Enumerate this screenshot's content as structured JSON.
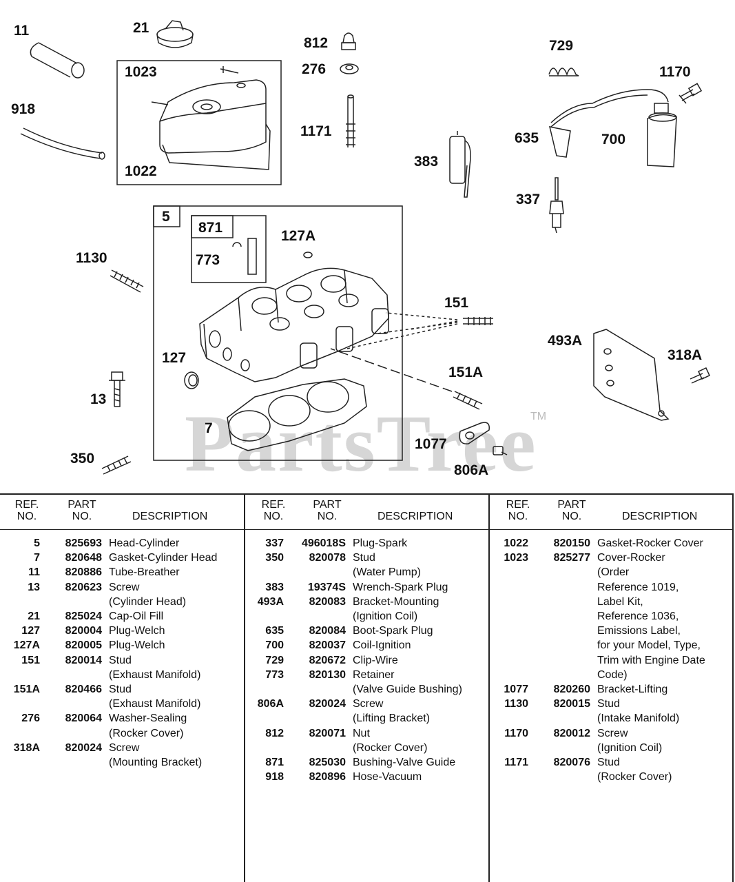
{
  "diagram": {
    "callouts": [
      {
        "id": "11",
        "text": "11"
      },
      {
        "id": "21",
        "text": "21"
      },
      {
        "id": "812",
        "text": "812"
      },
      {
        "id": "276",
        "text": "276"
      },
      {
        "id": "729",
        "text": "729"
      },
      {
        "id": "1170",
        "text": "1170"
      },
      {
        "id": "918",
        "text": "918"
      },
      {
        "id": "1022",
        "text": "1022"
      },
      {
        "id": "1171",
        "text": "1171"
      },
      {
        "id": "383",
        "text": "383"
      },
      {
        "id": "635",
        "text": "635"
      },
      {
        "id": "700",
        "text": "700"
      },
      {
        "id": "337",
        "text": "337"
      },
      {
        "id": "127A",
        "text": "127A"
      },
      {
        "id": "773",
        "text": "773"
      },
      {
        "id": "1130",
        "text": "1130"
      },
      {
        "id": "151",
        "text": "151"
      },
      {
        "id": "493A",
        "text": "493A"
      },
      {
        "id": "318A",
        "text": "318A"
      },
      {
        "id": "127",
        "text": "127"
      },
      {
        "id": "151A",
        "text": "151A"
      },
      {
        "id": "13",
        "text": "13"
      },
      {
        "id": "7",
        "text": "7"
      },
      {
        "id": "1077",
        "text": "1077"
      },
      {
        "id": "350",
        "text": "350"
      },
      {
        "id": "806A",
        "text": "806A"
      }
    ],
    "boxes": {
      "b1023": "1023",
      "b5": "5",
      "b871": "871"
    },
    "watermark": "PartsTree",
    "trademark": "TM"
  },
  "table": {
    "headers": {
      "ref": "REF.",
      "ref2": "NO.",
      "part": "PART",
      "part2": "NO.",
      "desc": "DESCRIPTION"
    },
    "columns": [
      [
        {
          "ref": "5",
          "part": "825693",
          "desc": [
            "Head-Cylinder"
          ]
        },
        {
          "ref": "7",
          "part": "820648",
          "desc": [
            "Gasket-Cylinder Head"
          ]
        },
        {
          "ref": "11",
          "part": "820886",
          "desc": [
            "Tube-Breather"
          ]
        },
        {
          "ref": "13",
          "part": "820623",
          "desc": [
            "Screw",
            "(Cylinder Head)"
          ]
        },
        {
          "ref": "21",
          "part": "825024",
          "desc": [
            "Cap-Oil Fill"
          ]
        },
        {
          "ref": "127",
          "part": "820004",
          "desc": [
            "Plug-Welch"
          ]
        },
        {
          "ref": "127A",
          "part": "820005",
          "desc": [
            "Plug-Welch"
          ]
        },
        {
          "ref": "151",
          "part": "820014",
          "desc": [
            "Stud",
            "(Exhaust Manifold)"
          ]
        },
        {
          "ref": "151A",
          "part": "820466",
          "desc": [
            "Stud",
            "(Exhaust Manifold)"
          ]
        },
        {
          "ref": "276",
          "part": "820064",
          "desc": [
            "Washer-Sealing",
            "(Rocker Cover)"
          ]
        },
        {
          "ref": "318A",
          "part": "820024",
          "desc": [
            "Screw",
            "(Mounting Bracket)"
          ]
        }
      ],
      [
        {
          "ref": "337",
          "part": "496018S",
          "desc": [
            "Plug-Spark"
          ]
        },
        {
          "ref": "350",
          "part": "820078",
          "desc": [
            "Stud",
            "(Water Pump)"
          ]
        },
        {
          "ref": "383",
          "part": "19374S",
          "desc": [
            "Wrench-Spark Plug"
          ]
        },
        {
          "ref": "493A",
          "part": "820083",
          "desc": [
            "Bracket-Mounting",
            "(Ignition Coil)"
          ]
        },
        {
          "ref": "635",
          "part": "820084",
          "desc": [
            "Boot-Spark Plug"
          ]
        },
        {
          "ref": "700",
          "part": "820037",
          "desc": [
            "Coil-Ignition"
          ]
        },
        {
          "ref": "729",
          "part": "820672",
          "desc": [
            "Clip-Wire"
          ]
        },
        {
          "ref": "773",
          "part": "820130",
          "desc": [
            "Retainer",
            "(Valve Guide Bushing)"
          ]
        },
        {
          "ref": "806A",
          "part": "820024",
          "desc": [
            "Screw",
            "(Lifting Bracket)"
          ]
        },
        {
          "ref": "812",
          "part": "820071",
          "desc": [
            "Nut",
            "(Rocker Cover)"
          ]
        },
        {
          "ref": "871",
          "part": "825030",
          "desc": [
            "Bushing-Valve Guide"
          ]
        },
        {
          "ref": "918",
          "part": "820896",
          "desc": [
            "Hose-Vacuum"
          ]
        }
      ],
      [
        {
          "ref": "1022",
          "part": "820150",
          "desc": [
            "Gasket-Rocker Cover"
          ]
        },
        {
          "ref": "1023",
          "part": "825277",
          "desc": [
            "Cover-Rocker",
            "(Order",
            "Reference 1019,",
            "Label Kit,",
            "Reference 1036,",
            "Emissions Label,",
            "for your Model, Type,",
            "Trim with Engine Date",
            "Code)"
          ]
        },
        {
          "ref": "1077",
          "part": "820260",
          "desc": [
            "Bracket-Lifting"
          ]
        },
        {
          "ref": "1130",
          "part": "820015",
          "desc": [
            "Stud",
            "(Intake Manifold)"
          ]
        },
        {
          "ref": "1170",
          "part": "820012",
          "desc": [
            "Screw",
            "(Ignition Coil)"
          ]
        },
        {
          "ref": "1171",
          "part": "820076",
          "desc": [
            "Stud",
            "(Rocker Cover)"
          ]
        }
      ]
    ]
  }
}
